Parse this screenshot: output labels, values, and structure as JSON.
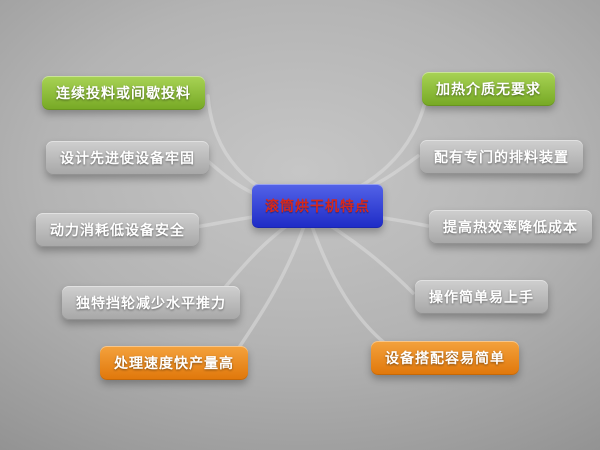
{
  "diagram": {
    "center": {
      "label": "滚筒烘干机特点"
    },
    "nodes": [
      {
        "label": "连续投料或间歇投料",
        "style": "green",
        "side": "left"
      },
      {
        "label": "设计先进使设备牢固",
        "style": "gray",
        "side": "left"
      },
      {
        "label": "动力消耗低设备安全",
        "style": "gray",
        "side": "left"
      },
      {
        "label": "独特挡轮减少水平推力",
        "style": "gray",
        "side": "left"
      },
      {
        "label": "处理速度快产量高",
        "style": "orange",
        "side": "left"
      },
      {
        "label": "加热介质无要求",
        "style": "green",
        "side": "right"
      },
      {
        "label": "配有专门的排料装置",
        "style": "gray",
        "side": "right"
      },
      {
        "label": "提高热效率降低成本",
        "style": "gray",
        "side": "right"
      },
      {
        "label": "操作简单易上手",
        "style": "gray",
        "side": "right"
      },
      {
        "label": "设备搭配容易简单",
        "style": "orange",
        "side": "right"
      }
    ],
    "colors": {
      "background": "#b0b0b0",
      "green_node": "#8bbd33",
      "orange_node": "#ec8311",
      "blue_center": "#2733d4",
      "gray_node": "#b9b9b9",
      "center_text": "#d6281c",
      "node_text": "#ffffff",
      "connector": "#dddddd"
    }
  }
}
